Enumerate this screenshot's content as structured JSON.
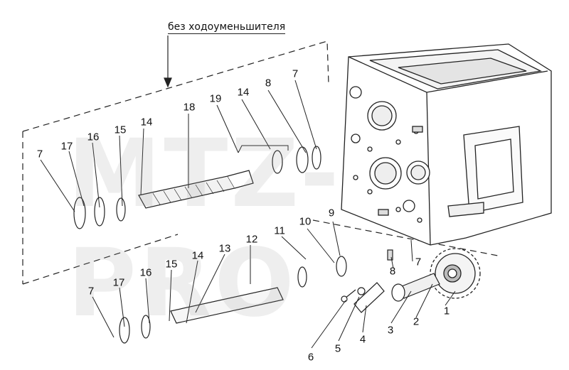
{
  "caption": "без ходоуменьшителя",
  "watermark": "MTZ-PRO",
  "callouts": {
    "c1": "1",
    "c2": "2",
    "c3": "3",
    "c4": "4",
    "c5": "5",
    "c6": "6",
    "c7_bottom": "7",
    "c8_bottom": "8",
    "c9": "9",
    "c10": "10",
    "c11": "11",
    "c12": "12",
    "c13": "13",
    "c14_lower": "14",
    "c15_lower": "15",
    "c16_lower": "16",
    "c17_lower": "17",
    "c7_lower": "7",
    "c7_upper_left": "7",
    "c17_upper": "17",
    "c16_upper": "16",
    "c15_upper": "15",
    "c14_upper": "14",
    "c18": "18",
    "c19": "19",
    "c14_upper_right": "14",
    "c8_upper": "8",
    "c7_upper_right": "7"
  },
  "colors": {
    "line": "#222222",
    "housing_fill": "#ffffff",
    "shade": "#dcdcdc"
  }
}
